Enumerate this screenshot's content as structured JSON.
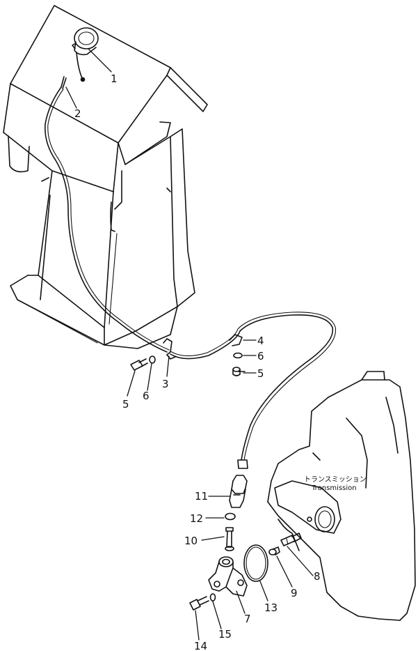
{
  "caption": {
    "japanese": "トランスミッション",
    "english": "Transmission"
  },
  "callouts": [
    {
      "id": "c1",
      "text": "1"
    },
    {
      "id": "c2",
      "text": "2"
    },
    {
      "id": "c3",
      "text": "3"
    },
    {
      "id": "c4",
      "text": "4"
    },
    {
      "id": "c5a",
      "text": "5"
    },
    {
      "id": "c5b",
      "text": "5"
    },
    {
      "id": "c6a",
      "text": "6"
    },
    {
      "id": "c6b",
      "text": "6"
    },
    {
      "id": "c7",
      "text": "7"
    },
    {
      "id": "c8",
      "text": "8"
    },
    {
      "id": "c9",
      "text": "9"
    },
    {
      "id": "c10",
      "text": "10"
    },
    {
      "id": "c11",
      "text": "11"
    },
    {
      "id": "c12",
      "text": "12"
    },
    {
      "id": "c13",
      "text": "13"
    },
    {
      "id": "c14",
      "text": "14"
    },
    {
      "id": "c15",
      "text": "15"
    }
  ]
}
